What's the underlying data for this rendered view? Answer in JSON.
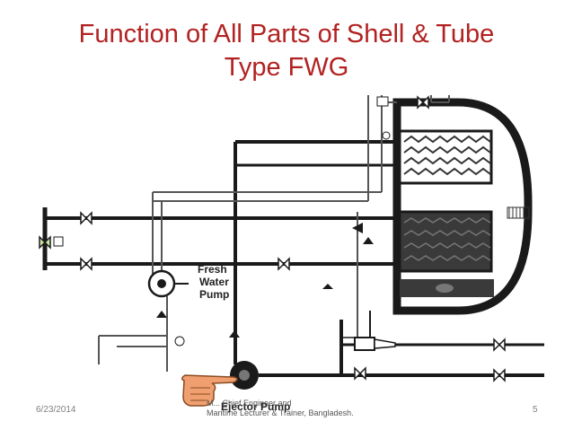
{
  "slide": {
    "title_line1": "Function of All Parts of Shell & Tube",
    "title_line2": "Type FWG"
  },
  "diagram": {
    "labels": {
      "fresh": "Fresh",
      "water": "Water",
      "pump": "Pump",
      "ejector_pump": "Ejector Pump"
    }
  },
  "footer": {
    "date": "6/23/2014",
    "author_line1": "M...  Chief Engineer and",
    "author_line2": "Maritime Lecturer & Trainer, Bangladesh.",
    "page": "5"
  },
  "colors": {
    "title": "#b22222",
    "pipe": "#1a1a1a",
    "coil": "#3a3a3a",
    "hand": "#f0a070"
  }
}
